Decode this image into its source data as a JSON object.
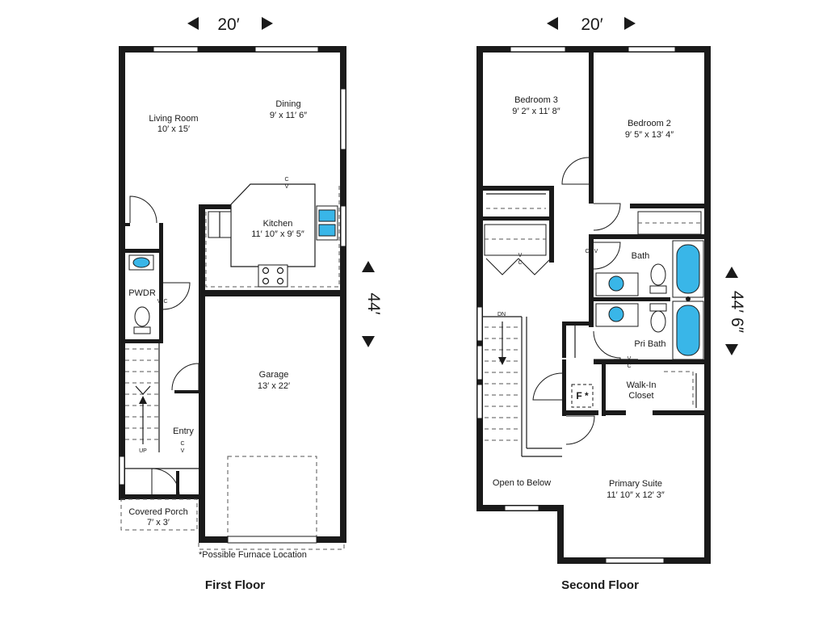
{
  "first_floor": {
    "title": "First Floor",
    "width_dim": "20′",
    "depth_dim": "44′",
    "note": "*Possible Furnace Location",
    "rooms": [
      {
        "name": "Living Room",
        "size": "10′ x 15′"
      },
      {
        "name": "Dining",
        "size": "9′ x 11′ 6″"
      },
      {
        "name": "Kitchen",
        "size": "11′ 10″ x 9′ 5″"
      },
      {
        "name": "PWDR",
        "size": ""
      },
      {
        "name": "Garage",
        "size": "13′ x 22′"
      },
      {
        "name": "Entry",
        "size": ""
      },
      {
        "name": "Covered Porch",
        "size": "7′ x 3′"
      }
    ],
    "marks": {
      "up": "UP",
      "c": "C",
      "v": "V"
    }
  },
  "second_floor": {
    "title": "Second Floor",
    "width_dim": "20′",
    "depth_dim": "44′ 6″",
    "rooms": [
      {
        "name": "Bedroom 3",
        "size": "9′ 2″ x 11′ 8″"
      },
      {
        "name": "Bedroom 2",
        "size": "9′ 5″ x 13′ 4″"
      },
      {
        "name": "Bath",
        "size": ""
      },
      {
        "name": "Pri Bath",
        "size": ""
      },
      {
        "name": "Walk-In",
        "size": "Closet"
      },
      {
        "name": "Open to Below",
        "size": ""
      },
      {
        "name": "Primary Suite",
        "size": "11′ 10″ x 12′ 3″"
      }
    ],
    "marks": {
      "dn": "DN",
      "furnace": "F *",
      "c": "C",
      "v": "V"
    }
  }
}
